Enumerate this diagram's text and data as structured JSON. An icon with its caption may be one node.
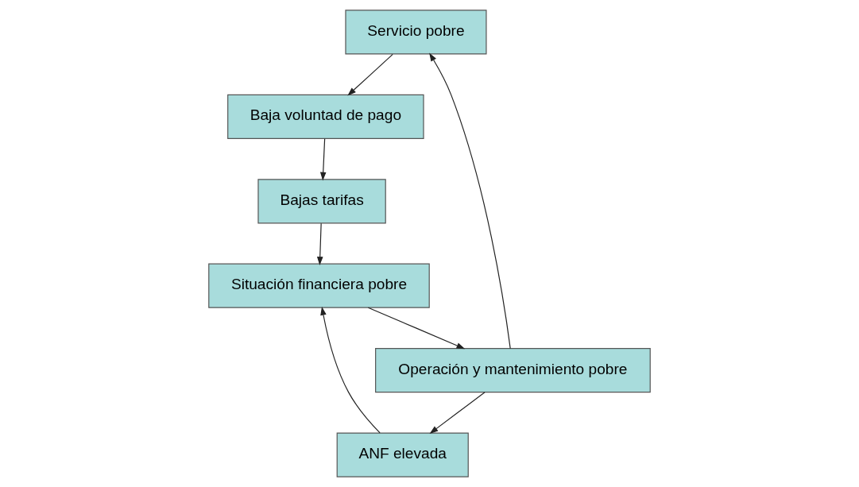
{
  "diagram": {
    "nodes": [
      {
        "text": [
          "Servicio pobre"
        ]
      },
      {
        "text": [
          "Baja voluntad de pago"
        ]
      },
      {
        "text": [
          "Bajas tarifas"
        ]
      },
      {
        "text": [
          "Situación financiera pobre"
        ]
      },
      {
        "text": [
          "Operación y mantenimiento pobre"
        ]
      },
      {
        "text": [
          "ANF elevada"
        ]
      }
    ],
    "edges": [
      {
        "from": 0,
        "to": 1,
        "arrow": "to"
      },
      {
        "from": 1,
        "to": 2,
        "arrow": "to"
      },
      {
        "from": 2,
        "to": 3,
        "arrow": "to"
      },
      {
        "from": 3,
        "to": 4,
        "arrow": "to"
      },
      {
        "from": 4,
        "to": 0,
        "arrow": "to"
      },
      {
        "from": 4,
        "to": 5,
        "arrow": "to"
      },
      {
        "from": 5,
        "to": 3,
        "arrow": "to"
      }
    ]
  }
}
